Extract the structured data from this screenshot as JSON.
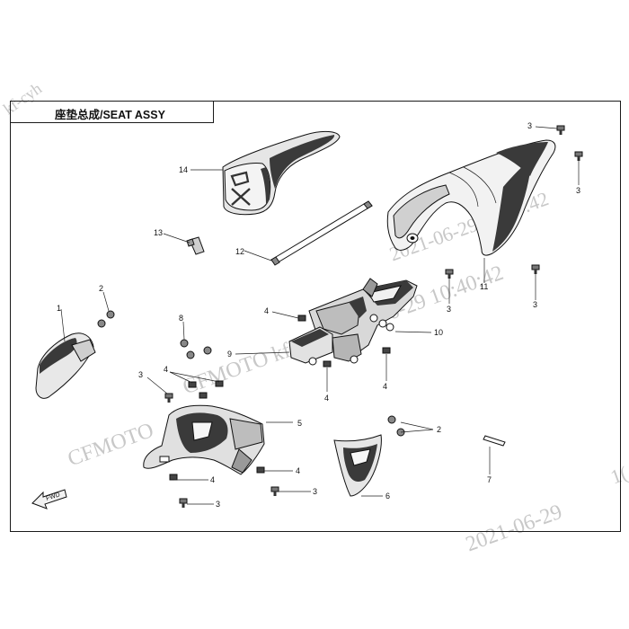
{
  "diagram": {
    "title": "座垫总成/SEAT ASSY",
    "watermarks": [
      "kf-cyh",
      "2021-06-29 10:40:42",
      "CFMOTO kf-cyh 2021-06-29 10:40:42",
      "CFMOTO",
      "2021-06-29",
      "1("
    ],
    "fwd_label": "FWD",
    "callouts": [
      "1",
      "2",
      "2",
      "3",
      "3",
      "3",
      "3",
      "3",
      "3",
      "4",
      "4",
      "4",
      "4",
      "4",
      "4",
      "5",
      "6",
      "7",
      "8",
      "9",
      "10",
      "11",
      "12",
      "13",
      "14"
    ]
  },
  "colors": {
    "line": "#111111",
    "watermark": "#c8c8c8",
    "background": "#ffffff"
  }
}
